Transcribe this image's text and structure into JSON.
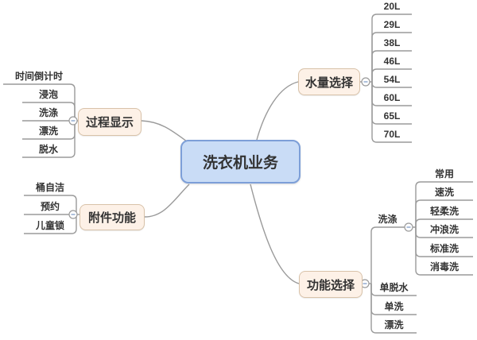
{
  "map": {
    "root": {
      "label": "洗衣机业务"
    },
    "branches": [
      {
        "label": "过程显示",
        "side": "left",
        "children": [
          {
            "label": "时间倒计时"
          },
          {
            "label": "浸泡"
          },
          {
            "label": "洗涤"
          },
          {
            "label": "漂洗"
          },
          {
            "label": "脱水"
          }
        ]
      },
      {
        "label": "附件功能",
        "side": "left",
        "children": [
          {
            "label": "桶自洁"
          },
          {
            "label": "预约"
          },
          {
            "label": "儿童锁"
          }
        ]
      },
      {
        "label": "水量选择",
        "side": "right",
        "children": [
          {
            "label": "20L"
          },
          {
            "label": "29L"
          },
          {
            "label": "38L"
          },
          {
            "label": "46L"
          },
          {
            "label": "54L"
          },
          {
            "label": "60L"
          },
          {
            "label": "65L"
          },
          {
            "label": "70L"
          }
        ]
      },
      {
        "label": "功能选择",
        "side": "right",
        "children": [
          {
            "label": "洗涤",
            "children": [
              {
                "label": "常用"
              },
              {
                "label": "速洗"
              },
              {
                "label": "轻柔洗"
              },
              {
                "label": "冲浪洗"
              },
              {
                "label": "标准洗"
              },
              {
                "label": "消毒洗"
              }
            ]
          },
          {
            "label": "单脱水"
          },
          {
            "label": "单洗"
          },
          {
            "label": "漂洗"
          }
        ]
      }
    ],
    "collapse_glyph": "-",
    "colors": {
      "root_fill": "#c9dcf6",
      "root_border": "#7d9fd8",
      "branch_fill": "#fdf1e7",
      "branch_border": "#d8c2a9",
      "line": "#9a9a9a",
      "text": "#333333"
    }
  }
}
